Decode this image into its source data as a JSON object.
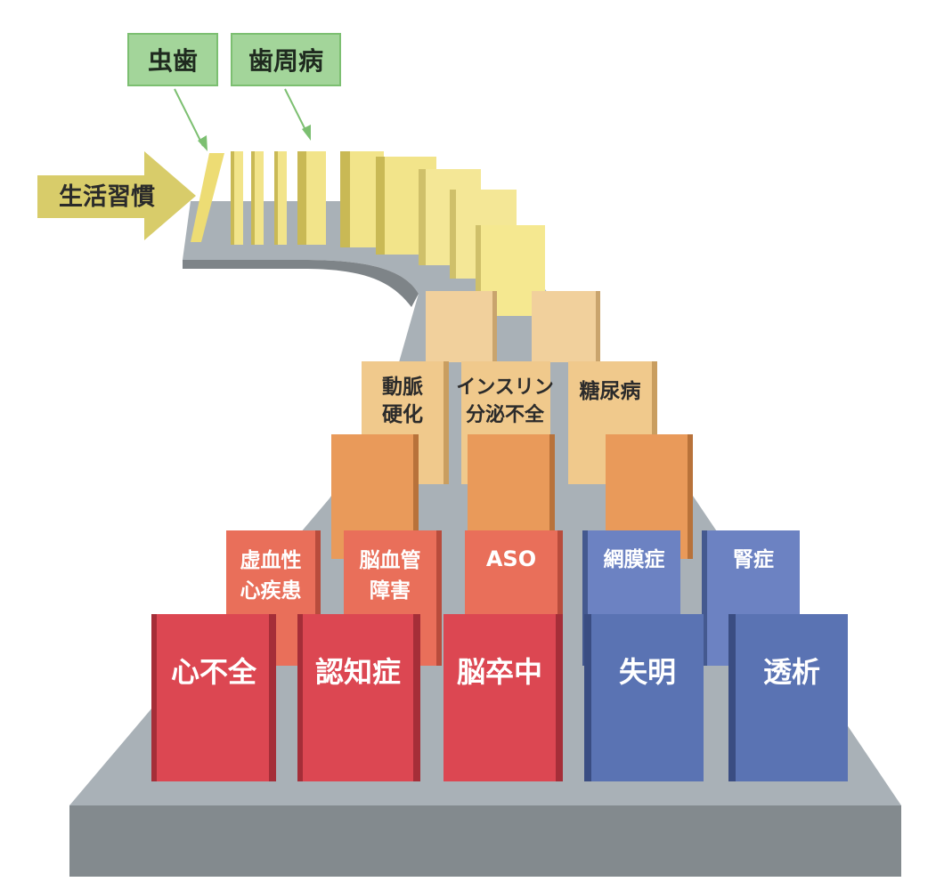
{
  "callouts": {
    "caries": "虫歯",
    "periodontal": "歯周病",
    "lifestyle": "生活習慣"
  },
  "dominoes": {
    "arteriosclerosis": [
      "動脈",
      "硬化"
    ],
    "insulin": [
      "インスリン",
      "分泌不全"
    ],
    "diabetes": [
      "糖尿病"
    ],
    "ischemic": [
      "虚血性",
      "心疾患"
    ],
    "cerebrovascular": [
      "脳血管",
      "障害"
    ],
    "aso": [
      "ASO"
    ],
    "retinopathy": [
      "網膜症"
    ],
    "nephropathy": [
      "腎症"
    ],
    "heart_failure": [
      "心不全"
    ],
    "dementia": [
      "認知症"
    ],
    "stroke": [
      "脳卒中"
    ],
    "blindness": [
      "失明"
    ],
    "dialysis": [
      "透析"
    ]
  },
  "colors": {
    "path": "#a9b1b7",
    "path_side": "#7e8488",
    "green_box": "#a3d59a",
    "green_border": "#7cbf71",
    "arrow": "#d8cc6a",
    "yellow": "#f2e48a",
    "peach": "#f1ca93",
    "orange": "#e99a5a",
    "salmon": "#e66a56",
    "red": "#dc4752",
    "blue": "#5a73b3",
    "blue_light": "#6c82c2"
  }
}
